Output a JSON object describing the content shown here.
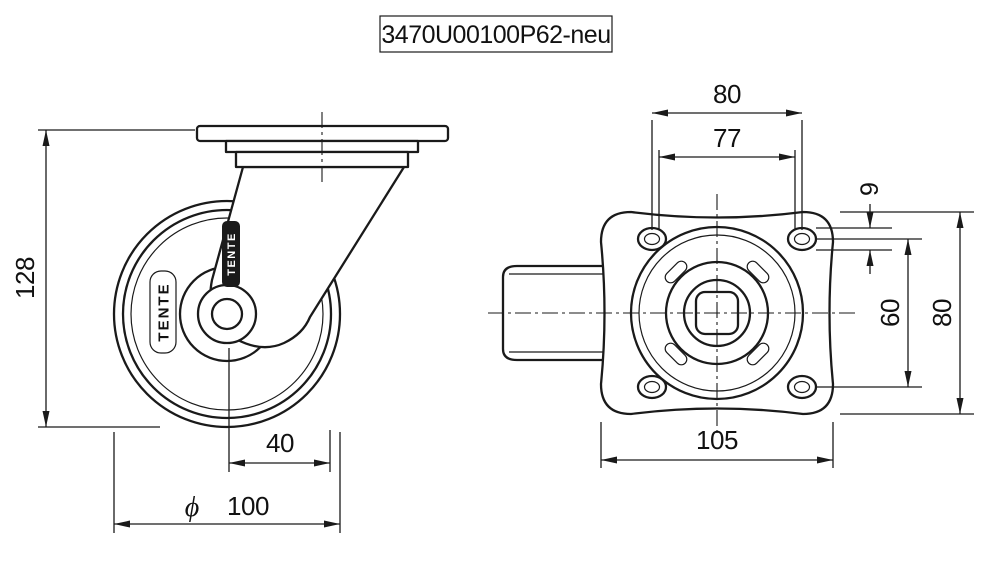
{
  "title": "3470U00100P62-neu",
  "brand": "TENTE",
  "colors": {
    "line": "#1a1a1a",
    "background": "#ffffff"
  },
  "side_view": {
    "overall_height": "128",
    "hub_width": "40",
    "diameter_symbol": "ϕ",
    "wheel_diameter": "100"
  },
  "plan_view": {
    "bolt_spacing_horizontal": "80",
    "bolt_spacing_inner": "77",
    "slot_width": "9",
    "bolt_spacing_vertical": "60",
    "plate_height": "80",
    "plate_width": "105"
  }
}
